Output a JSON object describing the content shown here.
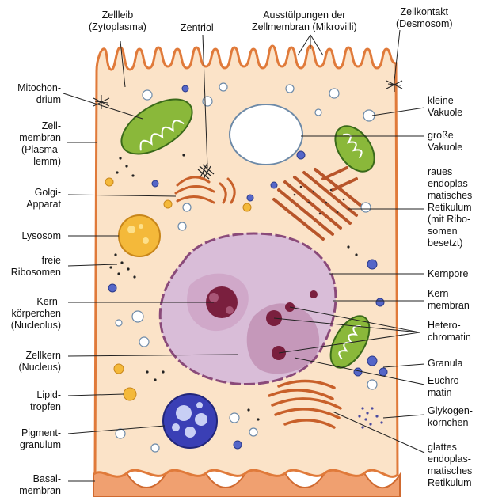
{
  "labels": {
    "zellleib": "Zellleib\n(Zytoplasma)",
    "zentriol": "Zentriol",
    "mikrovilli": "Ausstülpungen der\nZellmembran (Mikrovilli)",
    "desmosom": "Zellkontakt\n(Desmosom)",
    "mitochondrium": "Mitochon-\ndrium",
    "zellmembran": "Zell-\nmembran\n(Plasma-\nlemm)",
    "golgi": "Golgi-\nApparat",
    "lysosom": "Lysosom",
    "ribosomen": "freie\nRibosomen",
    "nucleolus": "Kern-\nkörperchen\n(Nucleolus)",
    "zellkern": "Zellkern\n(Nucleus)",
    "lipid": "Lipid-\ntropfen",
    "pigment": "Pigment-\ngranulum",
    "basal": "Basal-\nmembran",
    "kleine_vakuole": "kleine\nVakuole",
    "grosse_vakuole": "große\nVakuole",
    "raues_er": "raues\nendoplas-\nmatisches\nRetikulum\n(mit Ribo-\nsomen\nbesetzt)",
    "kernpore": "Kernpore",
    "kernmembran": "Kern-\nmembran",
    "heterochromatin": "Hetero-\nchromatin",
    "granula": "Granula",
    "euchromatin": "Euchro-\nmatin",
    "glykogen": "Glykogen-\nkörnchen",
    "glattes_er": "glattes\nendoplas-\nmatisches\nRetikulum"
  },
  "colors": {
    "cytoplasm": "#fbe3c8",
    "membrane": "#e07a3a",
    "nucleus": "#d9bdd8",
    "nucleus_dark": "#b57aa3",
    "nucleolus": "#7a1f3e",
    "mitochondrion": "#8ab83a",
    "lysosome": "#f4b93a",
    "pigment": "#3a3fb5",
    "er": "#b8552a",
    "granula": "#5566c8",
    "glycogen": "#4a4aa0"
  }
}
